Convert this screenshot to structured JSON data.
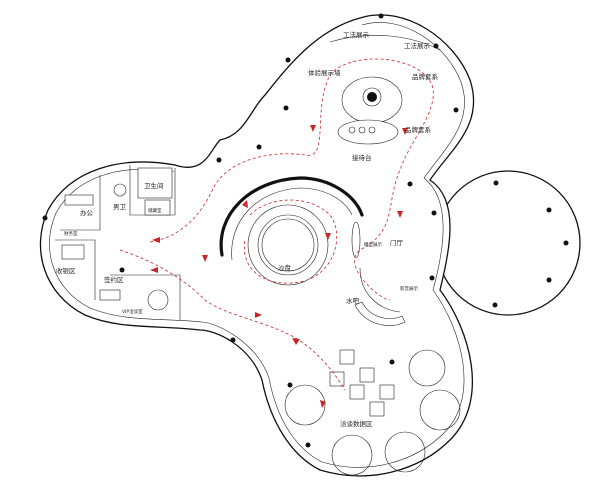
{
  "labels": {
    "craft_display_1": "工法展示",
    "craft_display_2": "工法展示",
    "brand_zone_1": "品牌套系",
    "brand_zone_2": "品牌套系",
    "experience_display": "体验展示墙",
    "reception": "接待台",
    "sandtable": "沙盘",
    "hall": "门厅",
    "water_bar": "水吧",
    "negotiation": "洽谈数据区",
    "washroom": "卫生间",
    "storage": "储藏室",
    "restroom": "男卫",
    "office": "办公",
    "contract": "签约区",
    "finance": "财务室",
    "accounting": "收银区",
    "vip_room": "VIP洽谈室",
    "model_tag": "模型展示",
    "video_tag": "影音展示"
  },
  "colors": {
    "wall": "#111111",
    "route": "#c62828",
    "background": "#ffffff"
  }
}
